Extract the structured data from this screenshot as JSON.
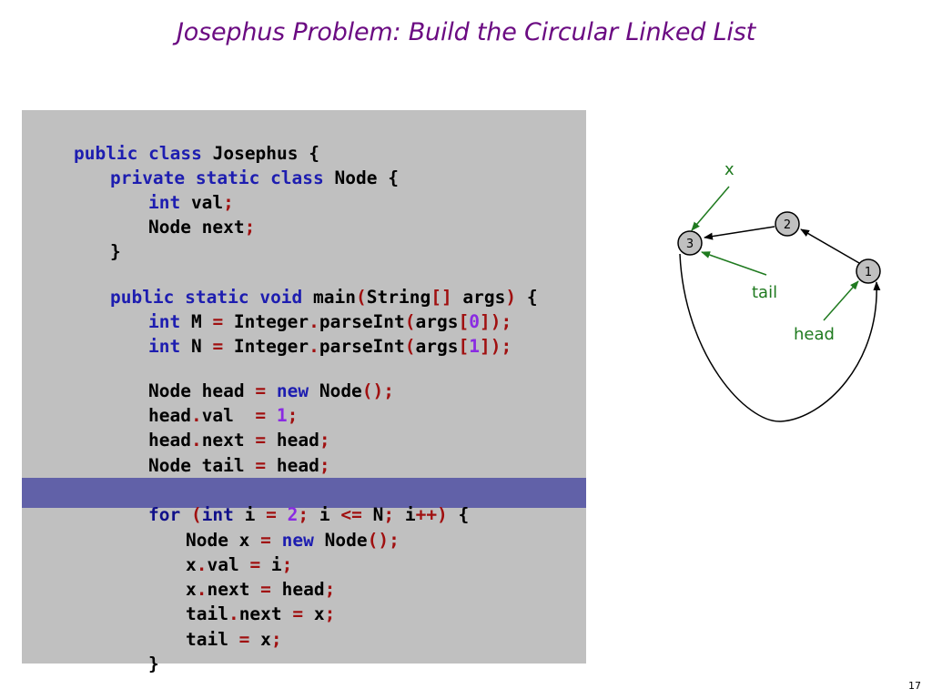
{
  "title": "Josephus Problem:  Build the Circular Linked List",
  "code": {
    "l1": [
      "public class",
      " Josephus {"
    ],
    "l2": [
      "private static class",
      " Node {"
    ],
    "l3": [
      "int",
      " val",
      ";"
    ],
    "l4": [
      "Node next",
      ";"
    ],
    "l5": [
      "}"
    ],
    "l6": [
      "public static void",
      " main",
      "(",
      "String",
      "[]",
      " args",
      ")",
      " {"
    ],
    "l7": [
      "int",
      " M ",
      "=",
      " Integer",
      ".",
      "parseInt",
      "(",
      "args",
      "[",
      "0",
      "])",
      ";"
    ],
    "l8": [
      "int",
      " N ",
      "=",
      " Integer",
      ".",
      "parseInt",
      "(",
      "args",
      "[",
      "1",
      "])",
      ";"
    ],
    "l9": [
      "Node head ",
      "=",
      " new",
      " Node",
      "()",
      ";"
    ],
    "l10": [
      "head",
      ".",
      "val  ",
      "=",
      " 1",
      ";"
    ],
    "l11": [
      "head",
      ".",
      "next ",
      "=",
      " head",
      ";"
    ],
    "l12": [
      "Node tail ",
      "=",
      " head",
      ";"
    ],
    "l13": [
      "for",
      " (",
      "int",
      " i ",
      "=",
      " 2",
      ";",
      " i ",
      "<=",
      " N",
      ";",
      " i",
      "++)",
      " {"
    ],
    "l14": [
      "Node x ",
      "=",
      " new",
      " Node",
      "()",
      ";"
    ],
    "l15": [
      "x",
      ".",
      "val ",
      "=",
      " i",
      ";"
    ],
    "l16": [
      "x",
      ".",
      "next ",
      "=",
      " head",
      ";"
    ],
    "l17": [
      "tail",
      ".",
      "next ",
      "=",
      " x",
      ";"
    ],
    "l18": [
      "tail ",
      "=",
      " x",
      ";"
    ],
    "l19": [
      "}"
    ]
  },
  "diagram": {
    "nodes": [
      "1",
      "2",
      "3"
    ],
    "labels": {
      "x": "x",
      "tail": "tail",
      "head": "head"
    }
  },
  "page_number": "17",
  "colors": {
    "title": "#6b0b82",
    "code_bg": "#c0c0c0",
    "highlight": "#6161a8",
    "keyword": "#1d1db0",
    "operator": "#a01010",
    "number": "#8a2be2",
    "label": "#1f7a1f"
  }
}
